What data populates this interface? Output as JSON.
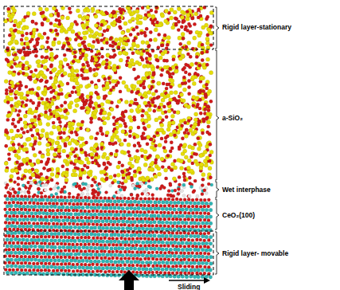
{
  "diagram": {
    "labels": [
      "Rigid layer-stationary",
      "a-SiO₂",
      "Wet interphase",
      "CeO₂(100)",
      "Rigid layer- movable",
      "Sliding"
    ]
  }
}
